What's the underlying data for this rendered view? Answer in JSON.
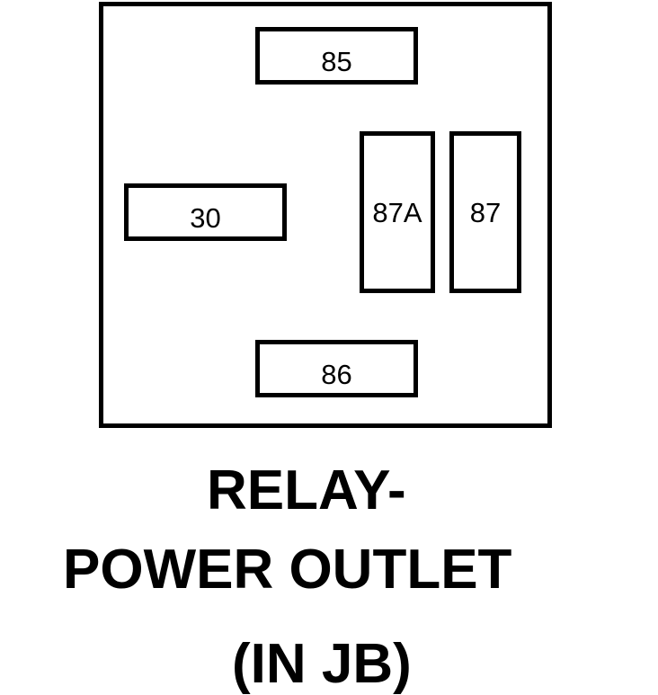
{
  "diagram": {
    "terminals": {
      "t85": "85",
      "t30": "30",
      "t87a": "87A",
      "t87": "87",
      "t86": "86"
    },
    "caption": {
      "line1": "RELAY-",
      "line2": "POWER OUTLET",
      "line3": "(IN JB)"
    },
    "colors": {
      "stroke": "#000000",
      "background": "#ffffff"
    }
  }
}
